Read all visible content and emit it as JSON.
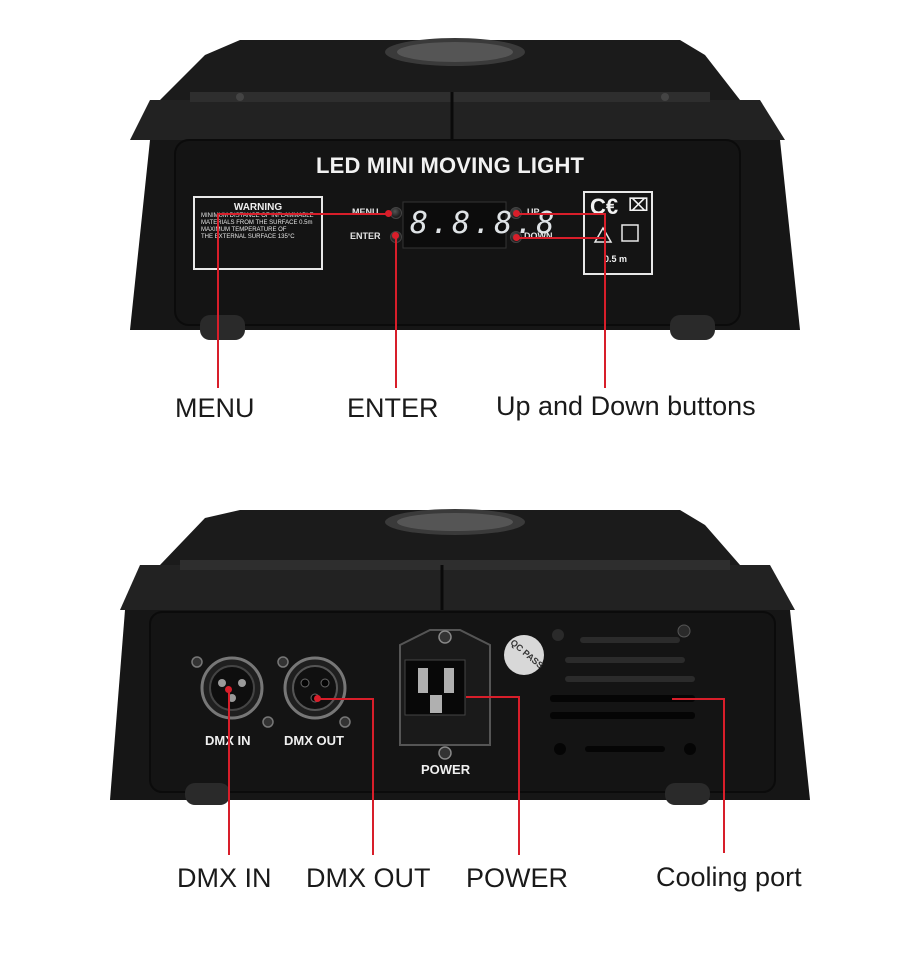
{
  "top_panel": {
    "device_title": "LED MINI MOVING LIGHT",
    "warning": {
      "title": "WARNING",
      "lines": [
        "MINIMUM DISTANCE OF INFLAMMABLE",
        "MATERIALS FROM THE SURFACE 0.5m",
        "MAXIMUM TEMPERATURE OF",
        "THE EXTERNAL SURFACE 135°C"
      ]
    },
    "buttons": {
      "menu": "MENU",
      "enter": "ENTER",
      "up": "UP",
      "down": "DOWN"
    },
    "display_value": "8.8.8.8",
    "cert_label": "0.5 m",
    "callouts": {
      "menu": "MENU",
      "enter": "ENTER",
      "up_down": "Up and Down buttons"
    }
  },
  "bottom_panel": {
    "connectors": {
      "dmx_in": "DMX IN",
      "dmx_out": "DMX OUT",
      "power": "POWER"
    },
    "qc_sticker": "QC PASS",
    "callouts": {
      "dmx_in": "DMX IN",
      "dmx_out": "DMX OUT",
      "power": "POWER",
      "cooling": "Cooling port"
    }
  },
  "colors": {
    "callout_red": "#d81e2a",
    "device_body": "#161616",
    "background": "#ffffff"
  }
}
